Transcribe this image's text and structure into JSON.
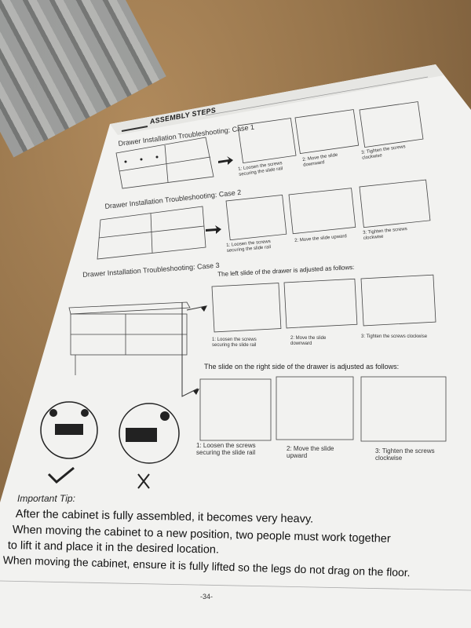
{
  "document": {
    "header": "ASSEMBLY STEPS",
    "cases": [
      {
        "title": "Drawer Installation Troubleshooting: Case 1",
        "steps": [
          "1: Loosen the screws securing the slide rail",
          "2: Move the slide downward",
          "3: Tighten the screws clockwise"
        ]
      },
      {
        "title": "Drawer Installation Troubleshooting: Case 2",
        "steps": [
          "1: Loosen the screws securing the slide rail",
          "2: Move the slide upward",
          "3: Tighten the screws clockwise"
        ]
      },
      {
        "title": "Drawer Installation Troubleshooting: Case 3",
        "left_heading": "The left slide of the drawer is adjusted as follows:",
        "left_steps": [
          "1: Loosen the screws securing the slide rail",
          "2: Move the slide downward",
          "3: Tighten the screws clockwise"
        ],
        "right_heading": "The slide on the right side of the drawer is adjusted as follows:",
        "right_steps": [
          "1: Loosen the screws securing the slide rail",
          "2: Move the slide upward",
          "3: Tighten the screws clockwise"
        ]
      }
    ],
    "tip_title": "Important Tip:",
    "tip_lines": [
      "After the cabinet is fully assembled, it becomes very heavy.",
      "When moving the cabinet to a new position, two people must work together",
      "to lift it and place it in the desired location.",
      "When moving the cabinet, ensure it is fully lifted so the legs do not drag on the floor."
    ],
    "page_number": "-34-"
  },
  "colors": {
    "paper": "#f3f3f1",
    "ink": "#1c1c1c",
    "wood": "#96744b"
  }
}
